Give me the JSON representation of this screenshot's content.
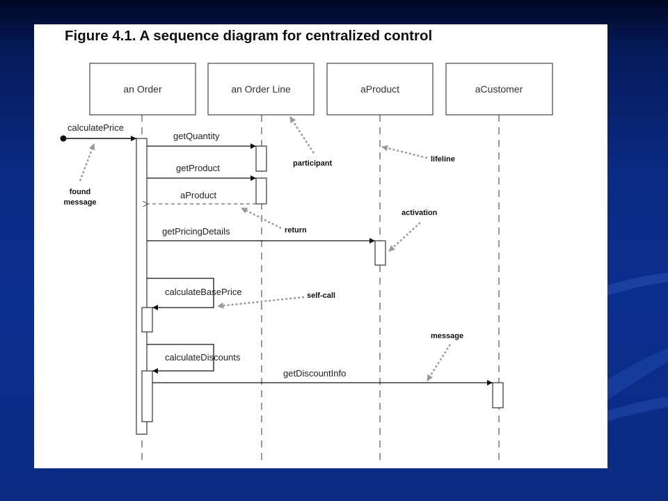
{
  "title": "Figure 4.1. A sequence diagram for centralized control",
  "participants": [
    {
      "id": "order",
      "label": "an Order"
    },
    {
      "id": "orderline",
      "label": "an Order Line"
    },
    {
      "id": "product",
      "label": "aProduct"
    },
    {
      "id": "customer",
      "label": "aCustomer"
    }
  ],
  "messages": [
    {
      "id": "calculate-price",
      "label": "calculatePrice",
      "kind": "found"
    },
    {
      "id": "get-quantity",
      "label": "getQuantity",
      "kind": "call"
    },
    {
      "id": "get-product",
      "label": "getProduct",
      "kind": "call"
    },
    {
      "id": "a-product",
      "label": "aProduct",
      "kind": "return"
    },
    {
      "id": "get-pricing-details",
      "label": "getPricingDetails",
      "kind": "call"
    },
    {
      "id": "calculate-base-price",
      "label": "calculateBasePrice",
      "kind": "self-call"
    },
    {
      "id": "calculate-discounts",
      "label": "calculateDiscounts",
      "kind": "self-call"
    },
    {
      "id": "get-discount-info",
      "label": "getDiscountInfo",
      "kind": "call"
    }
  ],
  "annotations": {
    "found_message": [
      "found",
      "message"
    ],
    "participant": "participant",
    "lifeline": "lifeline",
    "return": "return",
    "activation": "activation",
    "self_call": "self-call",
    "message": "message"
  },
  "colors": {
    "background_top": "#010824",
    "background_main": "#0b2f8e",
    "card": "#ffffff",
    "line": "#111111",
    "annotation_arrow": "#9a9a9a"
  }
}
